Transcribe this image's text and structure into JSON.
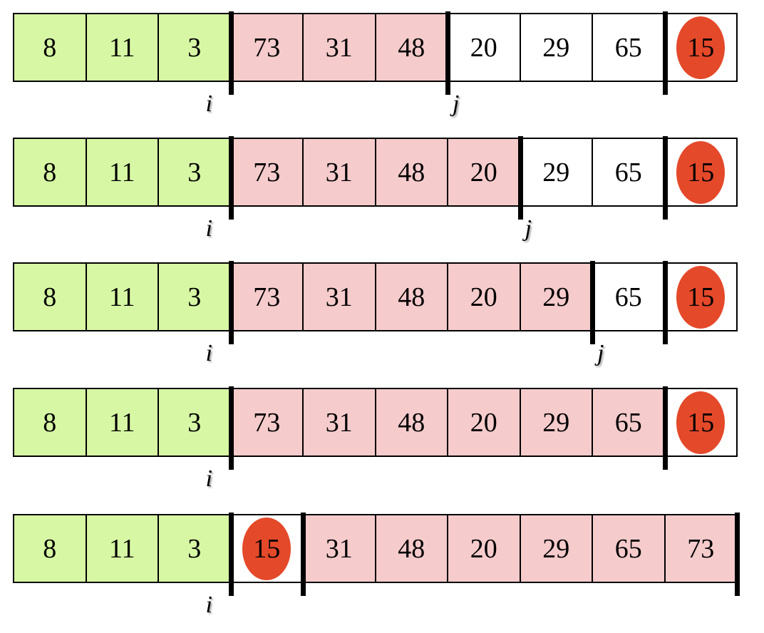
{
  "rows": [
    {
      "cells": [
        {
          "v": "8",
          "c": "green"
        },
        {
          "v": "11",
          "c": "green"
        },
        {
          "v": "3",
          "c": "green"
        },
        {
          "v": "73",
          "c": "pink"
        },
        {
          "v": "31",
          "c": "pink"
        },
        {
          "v": "48",
          "c": "pink"
        },
        {
          "v": "20",
          "c": "white"
        },
        {
          "v": "29",
          "c": "white"
        },
        {
          "v": "65",
          "c": "white"
        },
        {
          "v": "15",
          "c": "white",
          "pivot": true
        }
      ],
      "dividers_after": [
        3,
        6,
        9
      ],
      "pointers": [
        {
          "label": "i",
          "after": 3
        },
        {
          "label": "j",
          "after": 6
        }
      ]
    },
    {
      "cells": [
        {
          "v": "8",
          "c": "green"
        },
        {
          "v": "11",
          "c": "green"
        },
        {
          "v": "3",
          "c": "green"
        },
        {
          "v": "73",
          "c": "pink"
        },
        {
          "v": "31",
          "c": "pink"
        },
        {
          "v": "48",
          "c": "pink"
        },
        {
          "v": "20",
          "c": "pink"
        },
        {
          "v": "29",
          "c": "white"
        },
        {
          "v": "65",
          "c": "white"
        },
        {
          "v": "15",
          "c": "white",
          "pivot": true
        }
      ],
      "dividers_after": [
        3,
        7,
        9
      ],
      "pointers": [
        {
          "label": "i",
          "after": 3
        },
        {
          "label": "j",
          "after": 7
        }
      ]
    },
    {
      "cells": [
        {
          "v": "8",
          "c": "green"
        },
        {
          "v": "11",
          "c": "green"
        },
        {
          "v": "3",
          "c": "green"
        },
        {
          "v": "73",
          "c": "pink"
        },
        {
          "v": "31",
          "c": "pink"
        },
        {
          "v": "48",
          "c": "pink"
        },
        {
          "v": "20",
          "c": "pink"
        },
        {
          "v": "29",
          "c": "pink"
        },
        {
          "v": "65",
          "c": "white"
        },
        {
          "v": "15",
          "c": "white",
          "pivot": true
        }
      ],
      "dividers_after": [
        3,
        8,
        9
      ],
      "pointers": [
        {
          "label": "i",
          "after": 3
        },
        {
          "label": "j",
          "after": 8
        }
      ]
    },
    {
      "cells": [
        {
          "v": "8",
          "c": "green"
        },
        {
          "v": "11",
          "c": "green"
        },
        {
          "v": "3",
          "c": "green"
        },
        {
          "v": "73",
          "c": "pink"
        },
        {
          "v": "31",
          "c": "pink"
        },
        {
          "v": "48",
          "c": "pink"
        },
        {
          "v": "20",
          "c": "pink"
        },
        {
          "v": "29",
          "c": "pink"
        },
        {
          "v": "65",
          "c": "pink"
        },
        {
          "v": "15",
          "c": "white",
          "pivot": true
        }
      ],
      "dividers_after": [
        3,
        9
      ],
      "pointers": [
        {
          "label": "i",
          "after": 3
        }
      ]
    },
    {
      "cells": [
        {
          "v": "8",
          "c": "green"
        },
        {
          "v": "11",
          "c": "green"
        },
        {
          "v": "3",
          "c": "green"
        },
        {
          "v": "15",
          "c": "white",
          "pivot": true
        },
        {
          "v": "31",
          "c": "pink"
        },
        {
          "v": "48",
          "c": "pink"
        },
        {
          "v": "20",
          "c": "pink"
        },
        {
          "v": "29",
          "c": "pink"
        },
        {
          "v": "65",
          "c": "pink"
        },
        {
          "v": "73",
          "c": "pink"
        }
      ],
      "dividers_after": [
        3,
        4,
        10
      ],
      "pointers": [
        {
          "label": "i",
          "after": 3
        }
      ]
    }
  ]
}
